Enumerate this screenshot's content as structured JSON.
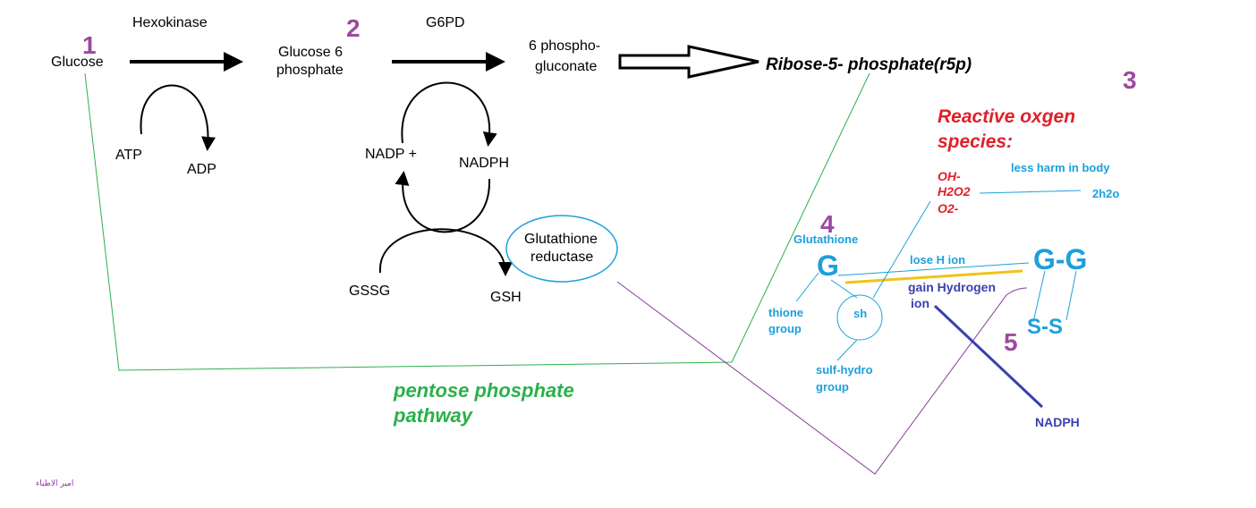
{
  "steps": {
    "n1": "1",
    "n2": "2",
    "n3": "3",
    "n4": "4",
    "n5": "5"
  },
  "labels": {
    "glucose": "Glucose",
    "hexokinase": "Hexokinase",
    "g6p_line1": "Glucose 6",
    "g6p_line2": "phosphate",
    "g6pd": "G6PD",
    "pg_line1": "6 phospho-",
    "pg_line2": "gluconate",
    "r5p": "Ribose-5- phosphate(r5p)",
    "atp": "ATP",
    "adp": "ADP",
    "nadp": "NADP +",
    "nadph": "NADPH",
    "gssg": "GSSG",
    "gsh": "GSH",
    "gr_line1": "Glutathione",
    "gr_line2": "reductase",
    "ppp_line1": "pentose phosphate",
    "ppp_line2": "pathway",
    "ros_line1": "Reactive oxgen",
    "ros_line2": "species:",
    "oh": "OH-",
    "h2o2": "H2O2",
    "o2": "O2-",
    "less_harm": "less harm in body",
    "h2o": "2h2o",
    "glutathione": "Glutathione",
    "g": "G",
    "gg": "G-G",
    "lose_h": "lose H ion",
    "gain_h_line1": "gain Hydrogen",
    "gain_h_line2": "ion",
    "sh": "sh",
    "ss": "S-S",
    "thione_line1": "thione",
    "thione_line2": "group",
    "sulf_line1": "sulf-hydro",
    "sulf_line2": "group",
    "nadph2": "NADPH",
    "watermark": "امير الاطباء"
  },
  "colors": {
    "step": "#9b4aa0",
    "cyan": "#1ca0dc",
    "red": "#e0202a",
    "green": "#2bb04a",
    "navy": "#3b3fb0",
    "yellow": "#f2c318",
    "purple": "#8a3a9a"
  }
}
